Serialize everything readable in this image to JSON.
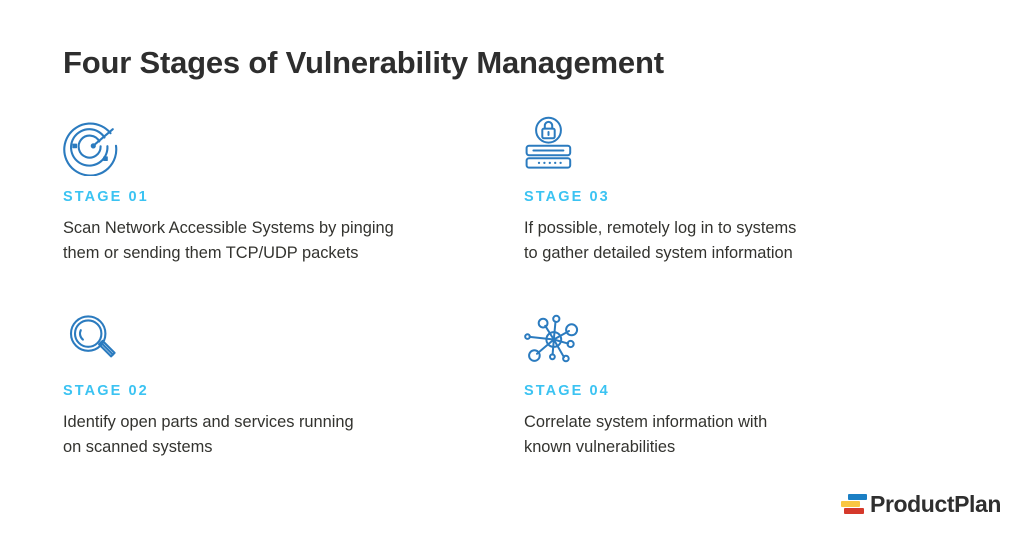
{
  "page": {
    "title": "Four Stages of Vulnerability Management",
    "background_color": "#ffffff"
  },
  "colors": {
    "title_text": "#2e2e2e",
    "stage_label": "#3bc3f2",
    "body_text": "#33332f",
    "icon_blue": "#2b7bbf",
    "logo_blue": "#1b7fc4",
    "logo_yellow": "#f9c642",
    "logo_red": "#d5392b",
    "logo_text": "#2f2f2f"
  },
  "stages": [
    {
      "label": "STAGE 01",
      "icon": "radar-scan-icon",
      "line1": "Scan Network Accessible Systems by pinging",
      "line2": "them or sending them TCP/UDP packets"
    },
    {
      "label": "STAGE 02",
      "icon": "magnifying-glass-icon",
      "line1": "Identify open parts and services running",
      "line2": "on scanned systems"
    },
    {
      "label": "STAGE 03",
      "icon": "login-lock-icon",
      "line1": "If possible, remotely log in to systems",
      "line2": "to gather detailed system information"
    },
    {
      "label": "STAGE 04",
      "icon": "network-nodes-icon",
      "line1": "Correlate system information with",
      "line2": "known vulnerabilities"
    }
  ],
  "footer": {
    "brand": "ProductPlan"
  }
}
